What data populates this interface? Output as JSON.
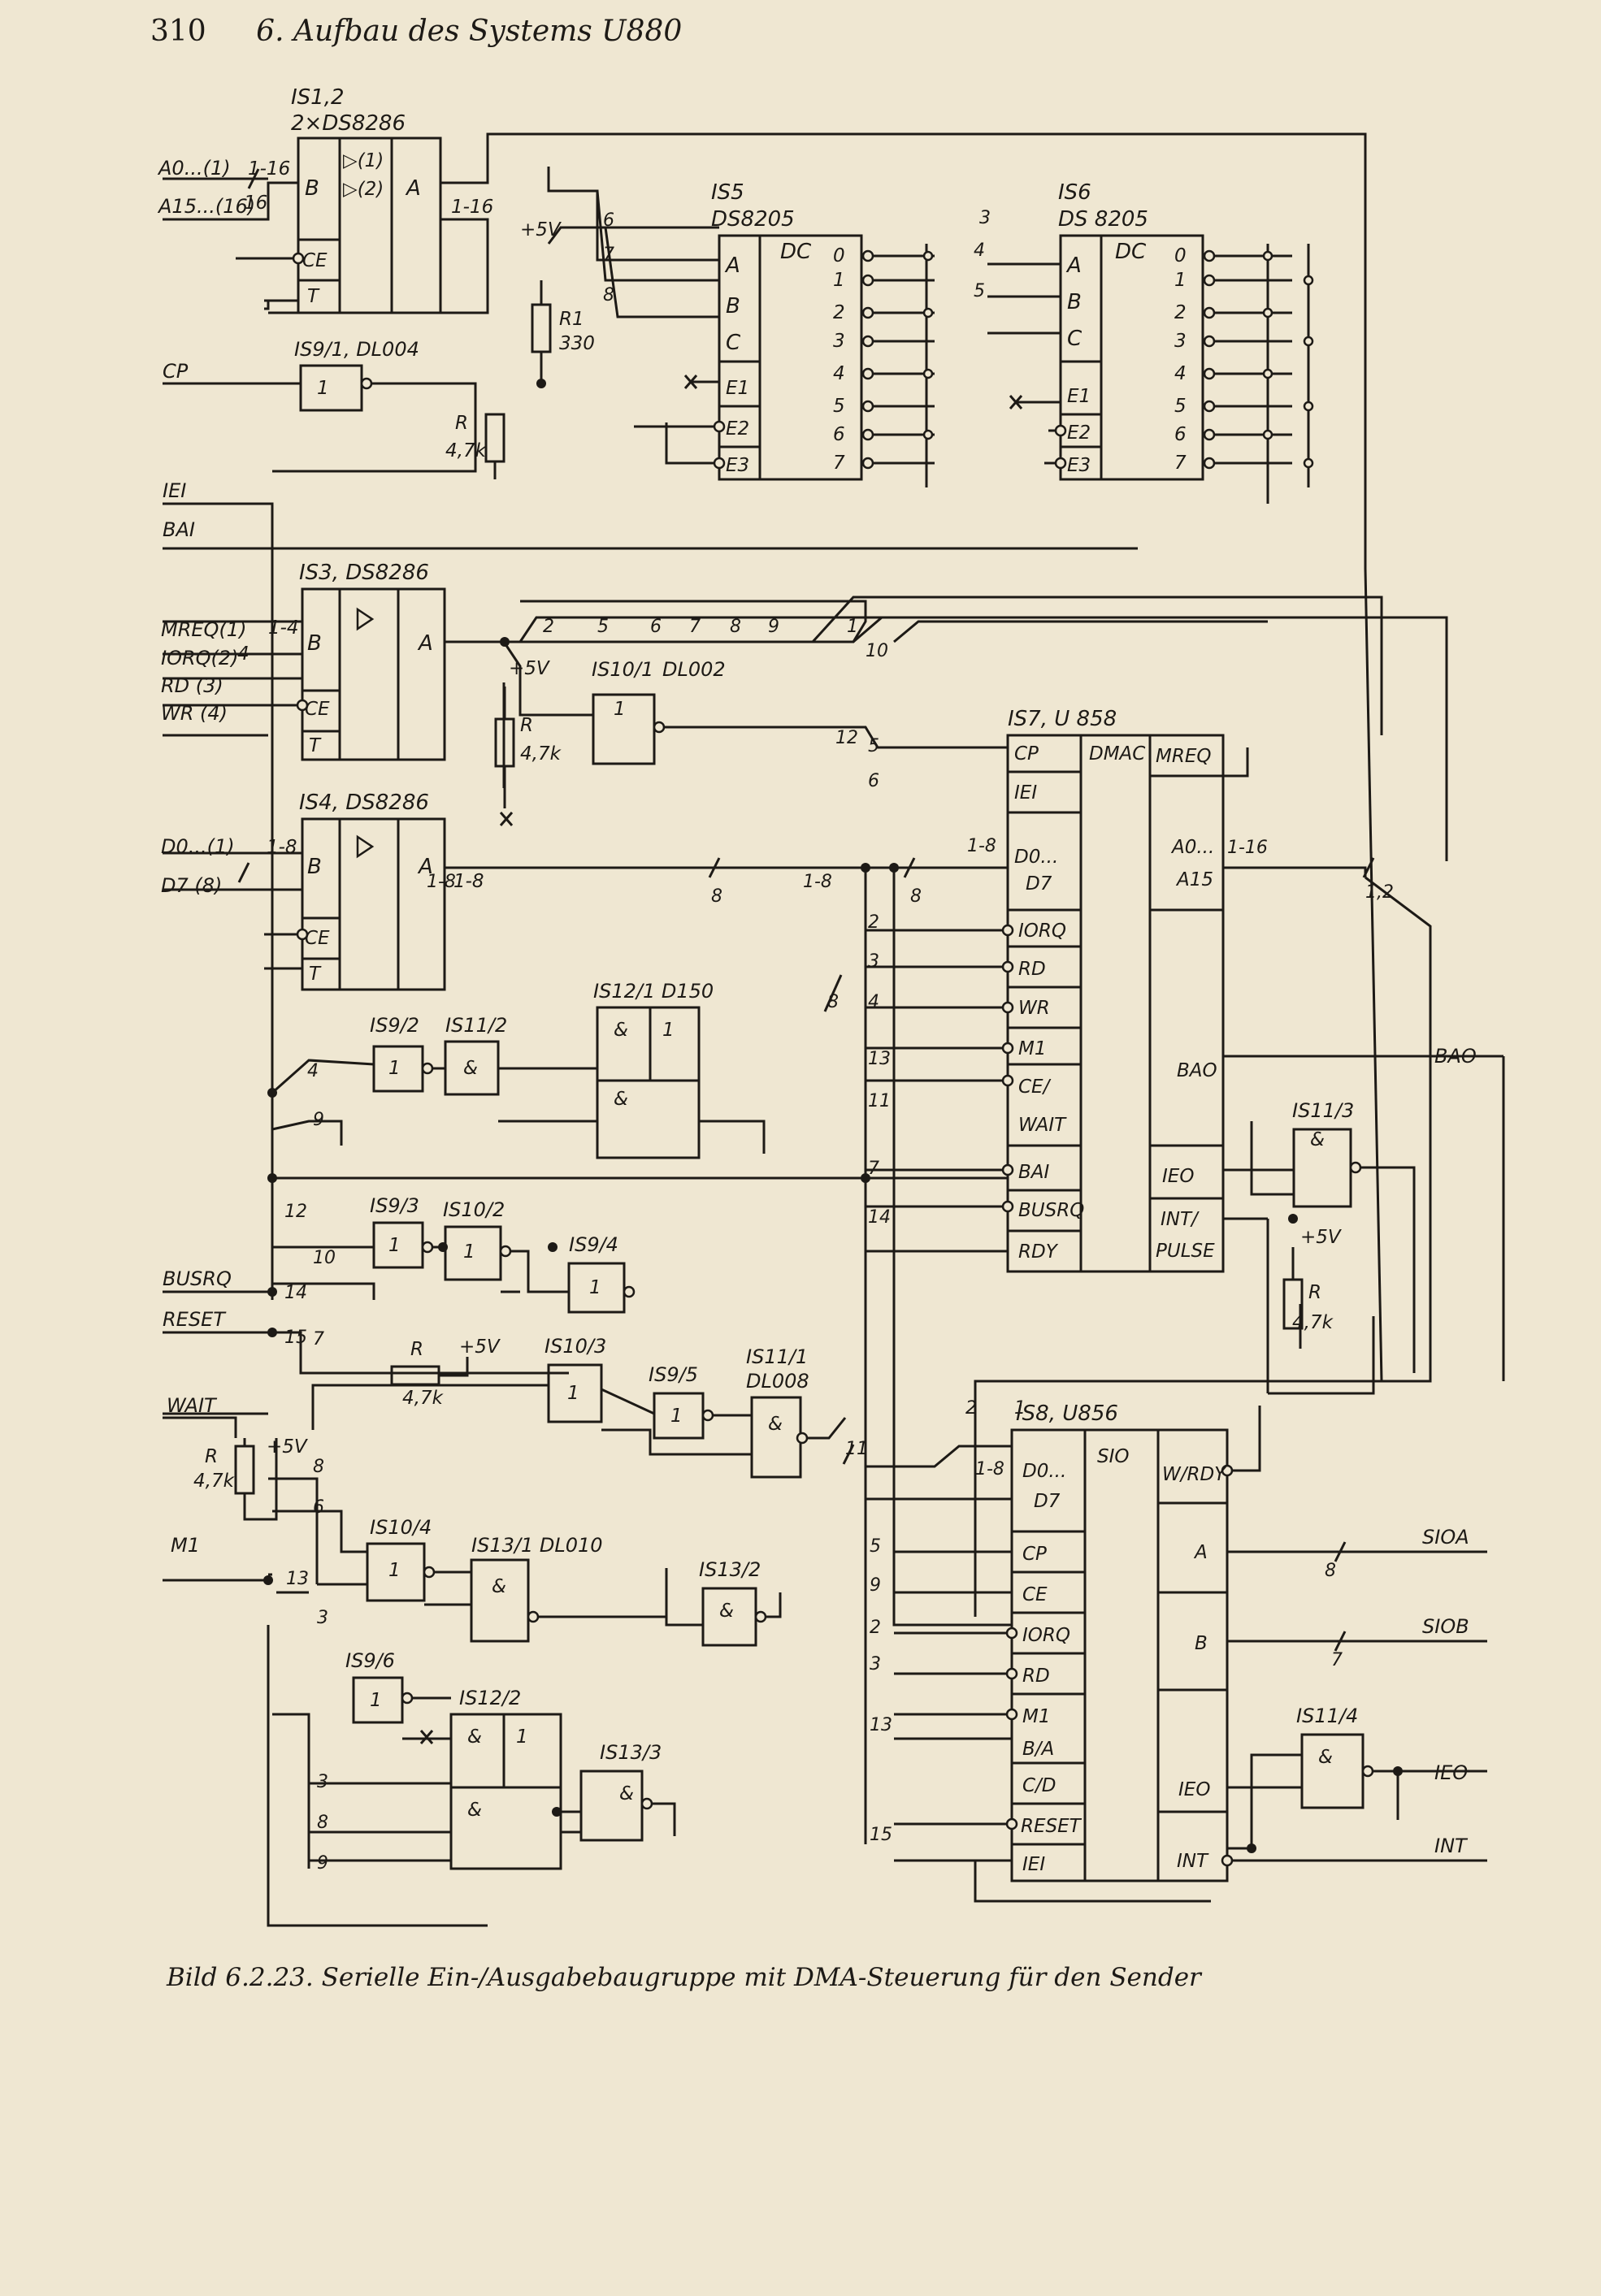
{
  "page": {
    "number": "310",
    "chapter": "6. Aufbau des Systems U880",
    "caption": "Bild 6.2.23. Serielle Ein-/Ausgabebaugruppe mit DMA-Steuerung für den Sender"
  },
  "chips": {
    "is12": {
      "ref": "IS1,2",
      "type": "2×DS8286",
      "pin_b": "B",
      "pin_ce": "CE",
      "pin_t": "T",
      "pin_a": "A",
      "d1": "▷(1)",
      "d2": "▷(2)"
    },
    "is3": {
      "ref": "IS3, DS8286",
      "pin_b": "B",
      "pin_ce": "CE",
      "pin_t": "T",
      "pin_a": "A",
      "tri": "▷"
    },
    "is4": {
      "ref": "IS4, DS8286",
      "pin_b": "B",
      "pin_ce": "CE",
      "pin_t": "T",
      "pin_a": "A",
      "tri": "▷"
    },
    "is5": {
      "ref": "IS5",
      "type": "DS8205",
      "func": "DC",
      "in": [
        "A",
        "B",
        "C",
        "E1",
        "E2",
        "E3"
      ],
      "out": [
        "0",
        "1",
        "2",
        "3",
        "4",
        "5",
        "6",
        "7"
      ]
    },
    "is6": {
      "ref": "IS6",
      "type": "DS 8205",
      "func": "DC",
      "in": [
        "A",
        "B",
        "C",
        "E1",
        "E2",
        "E3"
      ],
      "out": [
        "0",
        "1",
        "2",
        "3",
        "4",
        "5",
        "6",
        "7"
      ]
    },
    "is7": {
      "ref": "IS7, U 858",
      "func": "DMAC",
      "left": [
        "CP",
        "IEI",
        "D0...",
        "D7",
        "IORQ",
        "RD",
        "WR",
        "M1",
        "CE/",
        "WAIT",
        "BAI",
        "BUSRQ",
        "RDY"
      ],
      "right": [
        "MREQ",
        "A0...",
        "A15",
        "BAO",
        "IEO",
        "INT/",
        "PULSE"
      ]
    },
    "is8": {
      "ref": "IS8, U856",
      "func": "SIO",
      "left": [
        "D0...",
        "D7",
        "CP",
        "CE",
        "IORQ",
        "RD",
        "M1",
        "B/A",
        "C/D",
        "RESET",
        "IEI"
      ],
      "right": [
        "W/RDY",
        "A",
        "B",
        "IEO",
        "INT"
      ]
    }
  },
  "gates": [
    {
      "ref": "IS9/1, DL004",
      "sym": "1"
    },
    {
      "ref": "IS10/1",
      "sub": "DL002",
      "sym": "1"
    },
    {
      "ref": "IS12/1 D150",
      "sym1": "&",
      "sym2": "1",
      "sym3": "&"
    },
    {
      "ref": "IS9/2",
      "sym": "1"
    },
    {
      "ref": "IS11/2",
      "sym": "&"
    },
    {
      "ref": "IS9/3",
      "sym": "1"
    },
    {
      "ref": "IS10/2",
      "sym": "1"
    },
    {
      "ref": "IS9/4",
      "sym": "1"
    },
    {
      "ref": "IS10/3",
      "sym": "1"
    },
    {
      "ref": "IS9/5",
      "sym": "1"
    },
    {
      "ref": "IS11/1",
      "sub": "DL008",
      "sym": "&"
    },
    {
      "ref": "IS10/4",
      "sym": "1"
    },
    {
      "ref": "IS13/1 DL010",
      "sym": "&"
    },
    {
      "ref": "IS13/2",
      "sym": "&"
    },
    {
      "ref": "IS9/6",
      "sym": "1"
    },
    {
      "ref": "IS12/2",
      "sym1": "&",
      "sym2": "1",
      "sym3": "&"
    },
    {
      "ref": "IS13/3",
      "sym": "&"
    },
    {
      "ref": "IS11/3",
      "sym": "&"
    },
    {
      "ref": "IS11/4",
      "sym": "&"
    }
  ],
  "resistors": [
    {
      "ref": "R1",
      "value": "330",
      "supply": "+5V"
    },
    {
      "ref": "R",
      "value": "4,7k"
    },
    {
      "ref": "R",
      "value": "4,7k",
      "supply": "+5V"
    },
    {
      "ref": "R",
      "value": "4,7k",
      "supply": "+5V"
    },
    {
      "ref": "R",
      "value": "4,7k",
      "supply": "+5V"
    },
    {
      "ref": "R",
      "value": "4,7k",
      "supply": "+5V"
    }
  ],
  "signals": {
    "a0": "A0...(1)",
    "a15": "A15...(16)",
    "b1_16": "1-16",
    "b16": "16",
    "b1_16b": "1-16",
    "cp": "CP",
    "iei": "IEI",
    "bai": "BAI",
    "mreq": "MREQ(1)",
    "iorq": "IORQ(2)",
    "rd": "RD (3)",
    "wr": "WR (4)",
    "b1_4": "1-4",
    "b4": "4",
    "d0": "D0...(1)",
    "d7": "D7 (8)",
    "b1_8": "1-8",
    "b1_8b": "1-8",
    "busrq": "BUSRQ",
    "reset": "RESET",
    "wait": "WAIT",
    "m1": "M1",
    "bao": "BAO",
    "sioa": "SIOA",
    "siob": "SIOB",
    "ieo": "IEO",
    "int": "INT"
  },
  "wire_labels": {
    "is5_in": [
      "6",
      "7",
      "8"
    ],
    "is6_in": [
      "3",
      "4",
      "5"
    ],
    "bus_row": [
      "2",
      "5",
      "6",
      "7",
      "8",
      "9",
      "1"
    ],
    "left_col": [
      "4",
      "9",
      "12",
      "10",
      "14",
      "15",
      "7",
      "8",
      "6",
      "13",
      "3",
      "3",
      "8",
      "9"
    ],
    "is7_left_nums": [
      "10",
      "5",
      "12",
      "6",
      "1-8",
      "2",
      "3",
      "4",
      "13",
      "11",
      "7",
      "14"
    ],
    "is8_left_nums": [
      "2",
      "1",
      "1-8",
      "5",
      "9",
      "2",
      "3",
      "13",
      "15"
    ],
    "bus_slashes": [
      "8",
      "1-8",
      "8",
      "8",
      "1-8",
      "11",
      "1,2",
      "1-16",
      "8",
      "7"
    ]
  }
}
